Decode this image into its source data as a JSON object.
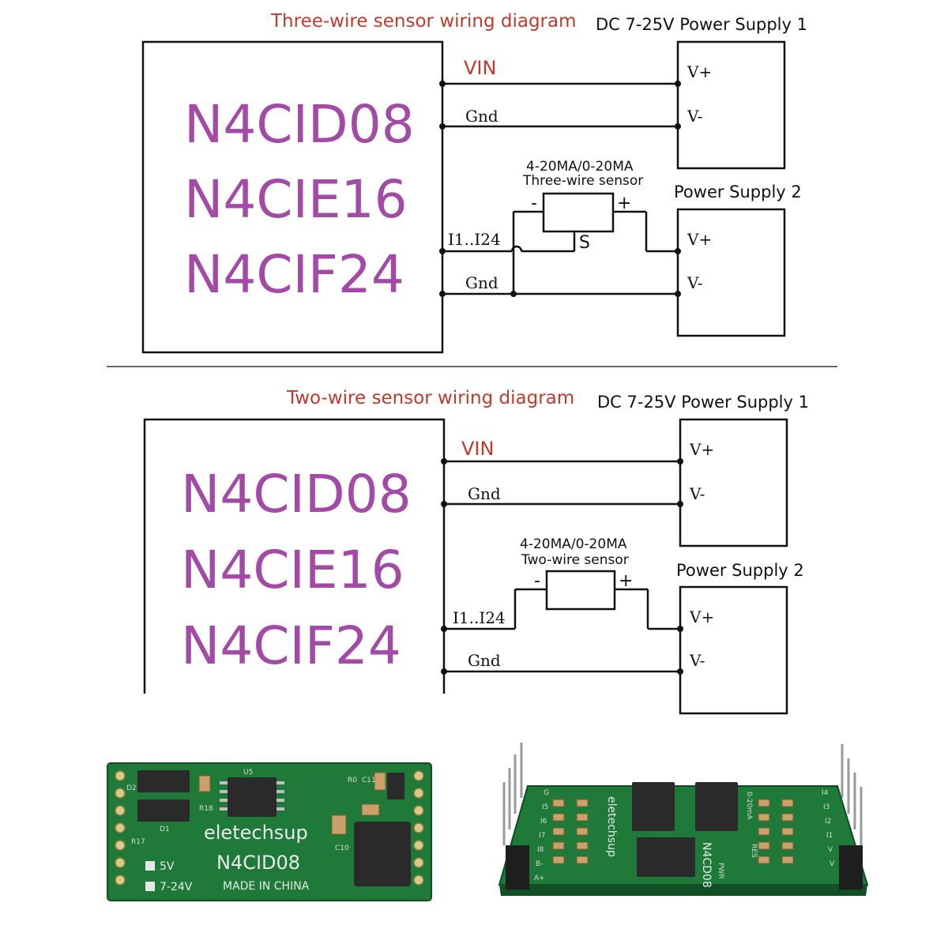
{
  "three_wire": {
    "title": "Three-wire sensor wiring diagram",
    "models": [
      "N4CID08",
      "N4CIE16",
      "N4CIF24"
    ],
    "vin": "VIN",
    "gnd_top": "Gnd",
    "gnd_bottom": "Gnd",
    "input_label": "I1..I24",
    "sensor_line1": "4-20MA/0-20MA",
    "sensor_line2": "Three-wire sensor",
    "sensor_minus": "-",
    "sensor_plus": "+",
    "sensor_signal": "S",
    "ps1_label": "DC 7-25V  Power Supply 1",
    "ps2_label": "Power Supply  2",
    "vplus_1": "V+",
    "vminus_1": "V-",
    "vplus_2": "V+",
    "vminus_2": "V-"
  },
  "two_wire": {
    "title": "Two-wire sensor wiring diagram",
    "models": [
      "N4CID08",
      "N4CIE16",
      "N4CIF24"
    ],
    "vin": "VIN",
    "gnd_top": "Gnd",
    "gnd_bottom": "Gnd",
    "input_label": "I1..I24",
    "sensor_line1": "4-20MA/0-20MA",
    "sensor_line2": "Two-wire sensor",
    "sensor_minus": "-",
    "sensor_plus": "+",
    "ps1_label": "DC 7-25V  Power Supply 1",
    "ps2_label": "Power Supply  2",
    "vplus_1": "V+",
    "vminus_1": "V-",
    "vplus_2": "V+",
    "vminus_2": "V-"
  },
  "board_left": {
    "brand": "eletechsup",
    "model": "N4CID08",
    "made_in": "MADE IN CHINA",
    "opt_5v": "5V",
    "opt_724v": "7-24V",
    "refs": [
      "U5",
      "D2",
      "R18",
      "D1",
      "R17",
      "R0",
      "C11",
      "C10"
    ]
  },
  "board_right": {
    "brand": "eletechsup",
    "model": "N4CD08",
    "range": "0-20mA",
    "pwr": "PWR",
    "res": "RES",
    "pins_left": [
      "G",
      "I5",
      "I6",
      "I7",
      "I8",
      "B-",
      "A+"
    ],
    "pins_right": [
      "I4",
      "I3",
      "I2",
      "I1",
      "V",
      "V"
    ]
  },
  "colors": {
    "title_red": "#c0392b",
    "model_purple": "#a34aa6",
    "pcb_green": "#1f7a3a"
  }
}
